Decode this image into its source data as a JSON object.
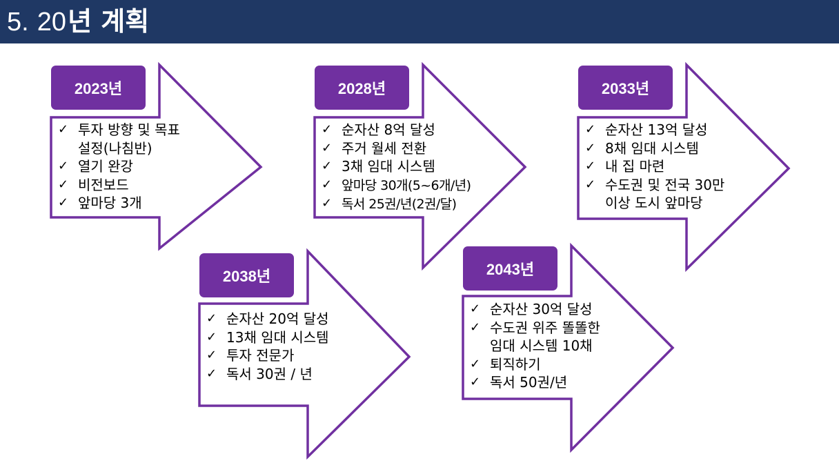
{
  "header": {
    "number": "5.",
    "title_num": "20",
    "title_word": "년 계획"
  },
  "colors": {
    "header_bg": "#1f3864",
    "accent": "#7030a0",
    "arrow_fill": "#ffffff"
  },
  "check_symbol": "✓",
  "plans": [
    {
      "year": "2023년",
      "items": [
        "투자 방향 및 목표",
        "설정(나침반)",
        "열기 완강",
        "비전보드",
        "앞마당 3개"
      ],
      "continuation": [
        false,
        true,
        false,
        false,
        false
      ]
    },
    {
      "year": "2028년",
      "items": [
        "순자산 8억 달성",
        "주거 월세 전환",
        "3채 임대 시스템",
        "앞마당 30개(5~6개/년)",
        "독서 25권/년(2권/달)"
      ],
      "continuation": [
        false,
        false,
        false,
        false,
        false
      ]
    },
    {
      "year": "2033년",
      "items": [
        "순자산 13억 달성",
        "8채 임대 시스템",
        "내 집 마련",
        "수도권 및 전국 30만",
        "이상 도시 앞마당"
      ],
      "continuation": [
        false,
        false,
        false,
        false,
        true
      ]
    },
    {
      "year": "2038년",
      "items": [
        "순자산 20억 달성",
        "13채 임대 시스템",
        "투자 전문가",
        "독서 30권 / 년"
      ],
      "continuation": [
        false,
        false,
        false,
        false
      ]
    },
    {
      "year": "2043년",
      "items": [
        "순자산 30억 달성",
        "수도권 위주 똘똘한",
        "임대 시스템 10채",
        "퇴직하기",
        "독서 50권/년"
      ],
      "continuation": [
        false,
        false,
        true,
        false,
        false
      ]
    }
  ]
}
